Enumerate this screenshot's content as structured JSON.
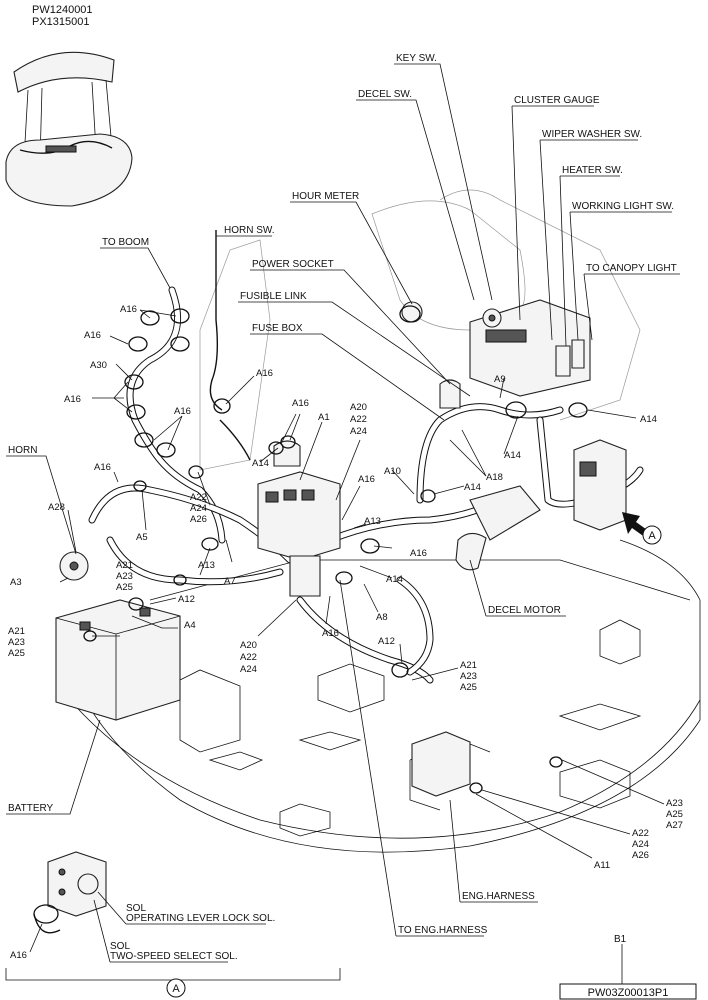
{
  "header": {
    "model_codes": [
      "PW1240001",
      "PX1315001"
    ]
  },
  "component_labels": {
    "key_sw": "KEY SW.",
    "decel_sw": "DECEL SW.",
    "cluster_gauge": "CLUSTER GAUGE",
    "wiper_washer_sw": "WIPER WASHER SW.",
    "heater_sw": "HEATER SW.",
    "working_light_sw": "WORKING LIGHT SW.",
    "to_canopy_light": "TO CANOPY LIGHT",
    "hour_meter": "HOUR METER",
    "horn_sw": "HORN SW.",
    "to_boom": "TO BOOM",
    "power_socket": "POWER SOCKET",
    "fusible_link": "FUSIBLE LINK",
    "fuse_box": "FUSE BOX",
    "horn": "HORN",
    "decel_motor": "DECEL MOTOR",
    "battery": "BATTERY",
    "eng_harness": "ENG.HARNESS",
    "to_eng_harness": "TO ENG.HARNESS",
    "sol": "SOL",
    "operating_lever_lock_sol": "OPERATING LEVER LOCK SOL.",
    "two_speed_select_sol": "TWO-SPEED SELECT SOL."
  },
  "part_callouts": {
    "a16_boom_1": "A16",
    "a16_boom_2": "A16",
    "a30": "A30",
    "a16_boom_3": "A16",
    "a16_hornsw": "A16",
    "a16_clip_pair": "A16",
    "a1": "A1",
    "a20_top": "A20",
    "a22_top": "A22",
    "a24_top": "A24",
    "a14_fuse": "A14",
    "a16_fuse": "A16",
    "a13_fuse": "A13",
    "a16_mid": "A16",
    "a14_mid": "A14",
    "a8": "A8",
    "a16_low": "A16",
    "a20_low": "A20",
    "a22_low": "A22",
    "a24_low": "A24",
    "a22_mid": "A22",
    "a24_mid": "A24",
    "a26_mid": "A26",
    "a13_left": "A13",
    "a7": "A7",
    "a5": "A5",
    "a16_left": "A16",
    "a28": "A28",
    "a3": "A3",
    "a21_left": "A21",
    "a23_left": "A23",
    "a25_left": "A25",
    "a12_left": "A12",
    "a4": "A4",
    "a21_bat": "A21",
    "a23_bat": "A23",
    "a25_bat": "A25",
    "a9": "A9",
    "a14_right": "A14",
    "a14_center": "A14",
    "a18": "A18",
    "a10": "A10",
    "a14_lower": "A14",
    "a12_center": "A12",
    "a21_center": "A21",
    "a23_center": "A23",
    "a25_center": "A25",
    "a23_right": "A23",
    "a25_right": "A25",
    "a27_right": "A27",
    "a22_right": "A22",
    "a24_right": "A24",
    "a26_right": "A26",
    "a11": "A11",
    "a16_sol": "A16"
  },
  "view_markers": {
    "view_a_top": "A",
    "view_a_bottom": "A"
  },
  "footer": {
    "sheet_ref": "B1",
    "drawing_number": "PW03Z00013P1"
  }
}
